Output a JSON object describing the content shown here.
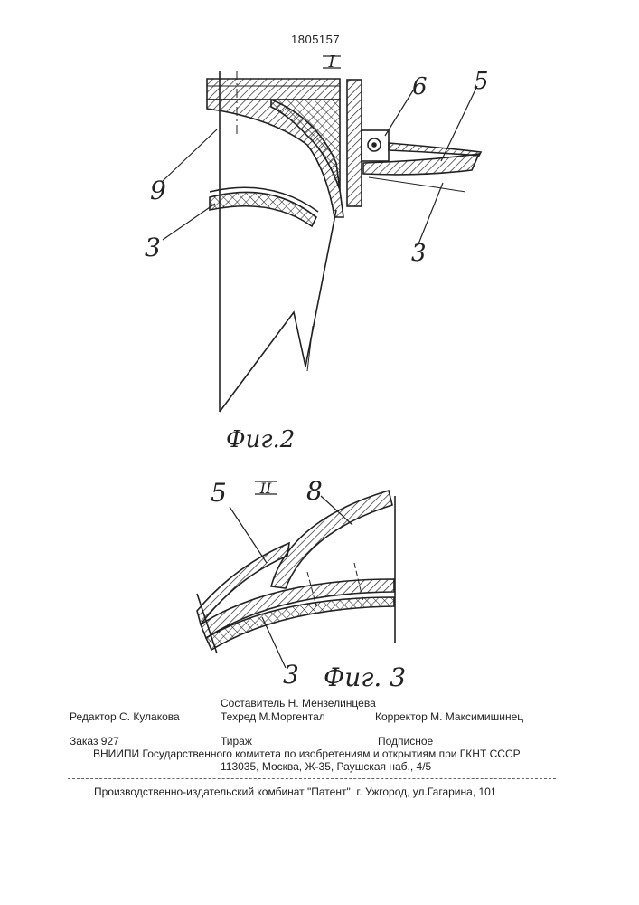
{
  "header": {
    "patent_number": "1805157"
  },
  "figure2": {
    "section_mark": "I",
    "caption": "Фиг.2",
    "labels": {
      "l9": "9",
      "l3a": "3",
      "l6": "6",
      "l5": "5",
      "l3b": "3"
    }
  },
  "figure3": {
    "section_mark": "II",
    "caption": "Фиг. 3",
    "labels": {
      "l5": "5",
      "l8": "8",
      "l3": "3"
    }
  },
  "imprint": {
    "compiler": "Составитель  Н. Мензелинцева",
    "editor": "Редактор  С. Кулакова",
    "tech_editor": "Техред М.Моргентал",
    "corrector": "Корректор  М. Максимишинец",
    "order": "Заказ  927",
    "circulation": "Тираж",
    "subscription": "Подписное",
    "org": "ВНИИПИ Государственного комитета по изобретениям и открытиям при ГКНТ СССР",
    "address": "113035, Москва, Ж-35, Раушская наб., 4/5",
    "publisher": "Производственно-издательский комбинат \"Патент\", г. Ужгород, ул.Гагарина, 101"
  }
}
